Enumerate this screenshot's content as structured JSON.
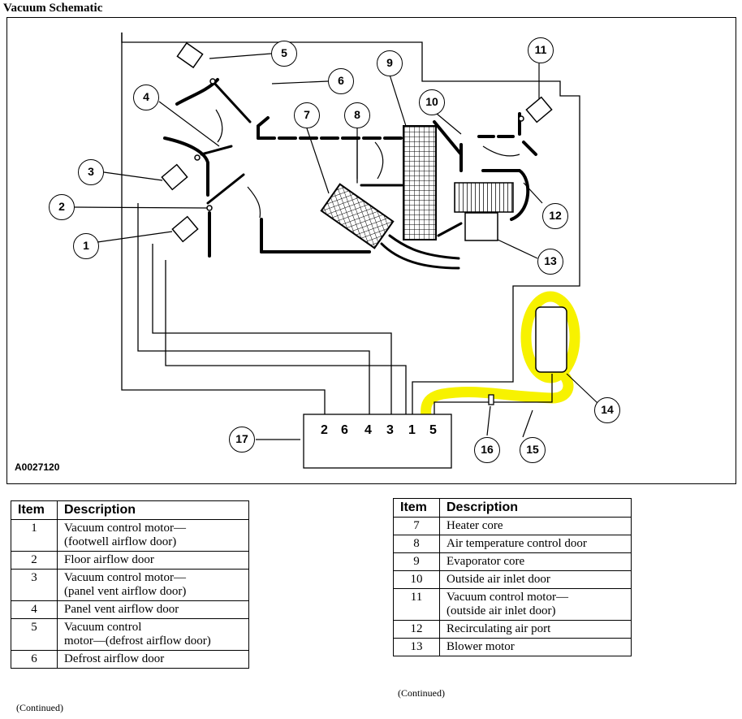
{
  "title": "Vacuum Schematic",
  "figure_id": "A0027120",
  "callouts": [
    "1",
    "2",
    "3",
    "4",
    "5",
    "6",
    "7",
    "8",
    "9",
    "10",
    "11",
    "12",
    "13",
    "14",
    "15",
    "16",
    "17"
  ],
  "control_ports": [
    "2",
    "6",
    "4",
    "3",
    "1",
    "5"
  ],
  "highlight_color": "#f7f200",
  "legend_left": {
    "header_item": "Item",
    "header_desc": "Description",
    "rows": [
      {
        "item": "1",
        "desc": "Vacuum control motor—\n(footwell airflow door)"
      },
      {
        "item": "2",
        "desc": "Floor airflow door"
      },
      {
        "item": "3",
        "desc": "Vacuum control motor—\n(panel vent airflow door)"
      },
      {
        "item": "4",
        "desc": "Panel vent airflow door"
      },
      {
        "item": "5",
        "desc": "Vacuum control\nmotor—(defrost airflow door)"
      },
      {
        "item": "6",
        "desc": "Defrost airflow door"
      }
    ],
    "continued": "(Continued)"
  },
  "legend_right": {
    "header_item": "Item",
    "header_desc": "Description",
    "rows": [
      {
        "item": "7",
        "desc": "Heater core"
      },
      {
        "item": "8",
        "desc": "Air temperature control door"
      },
      {
        "item": "9",
        "desc": "Evaporator core"
      },
      {
        "item": "10",
        "desc": "Outside air inlet door"
      },
      {
        "item": "11",
        "desc": "Vacuum control motor—\n(outside air inlet door)"
      },
      {
        "item": "12",
        "desc": "Recirculating air port"
      },
      {
        "item": "13",
        "desc": "Blower motor"
      }
    ],
    "continued": "(Continued)"
  }
}
